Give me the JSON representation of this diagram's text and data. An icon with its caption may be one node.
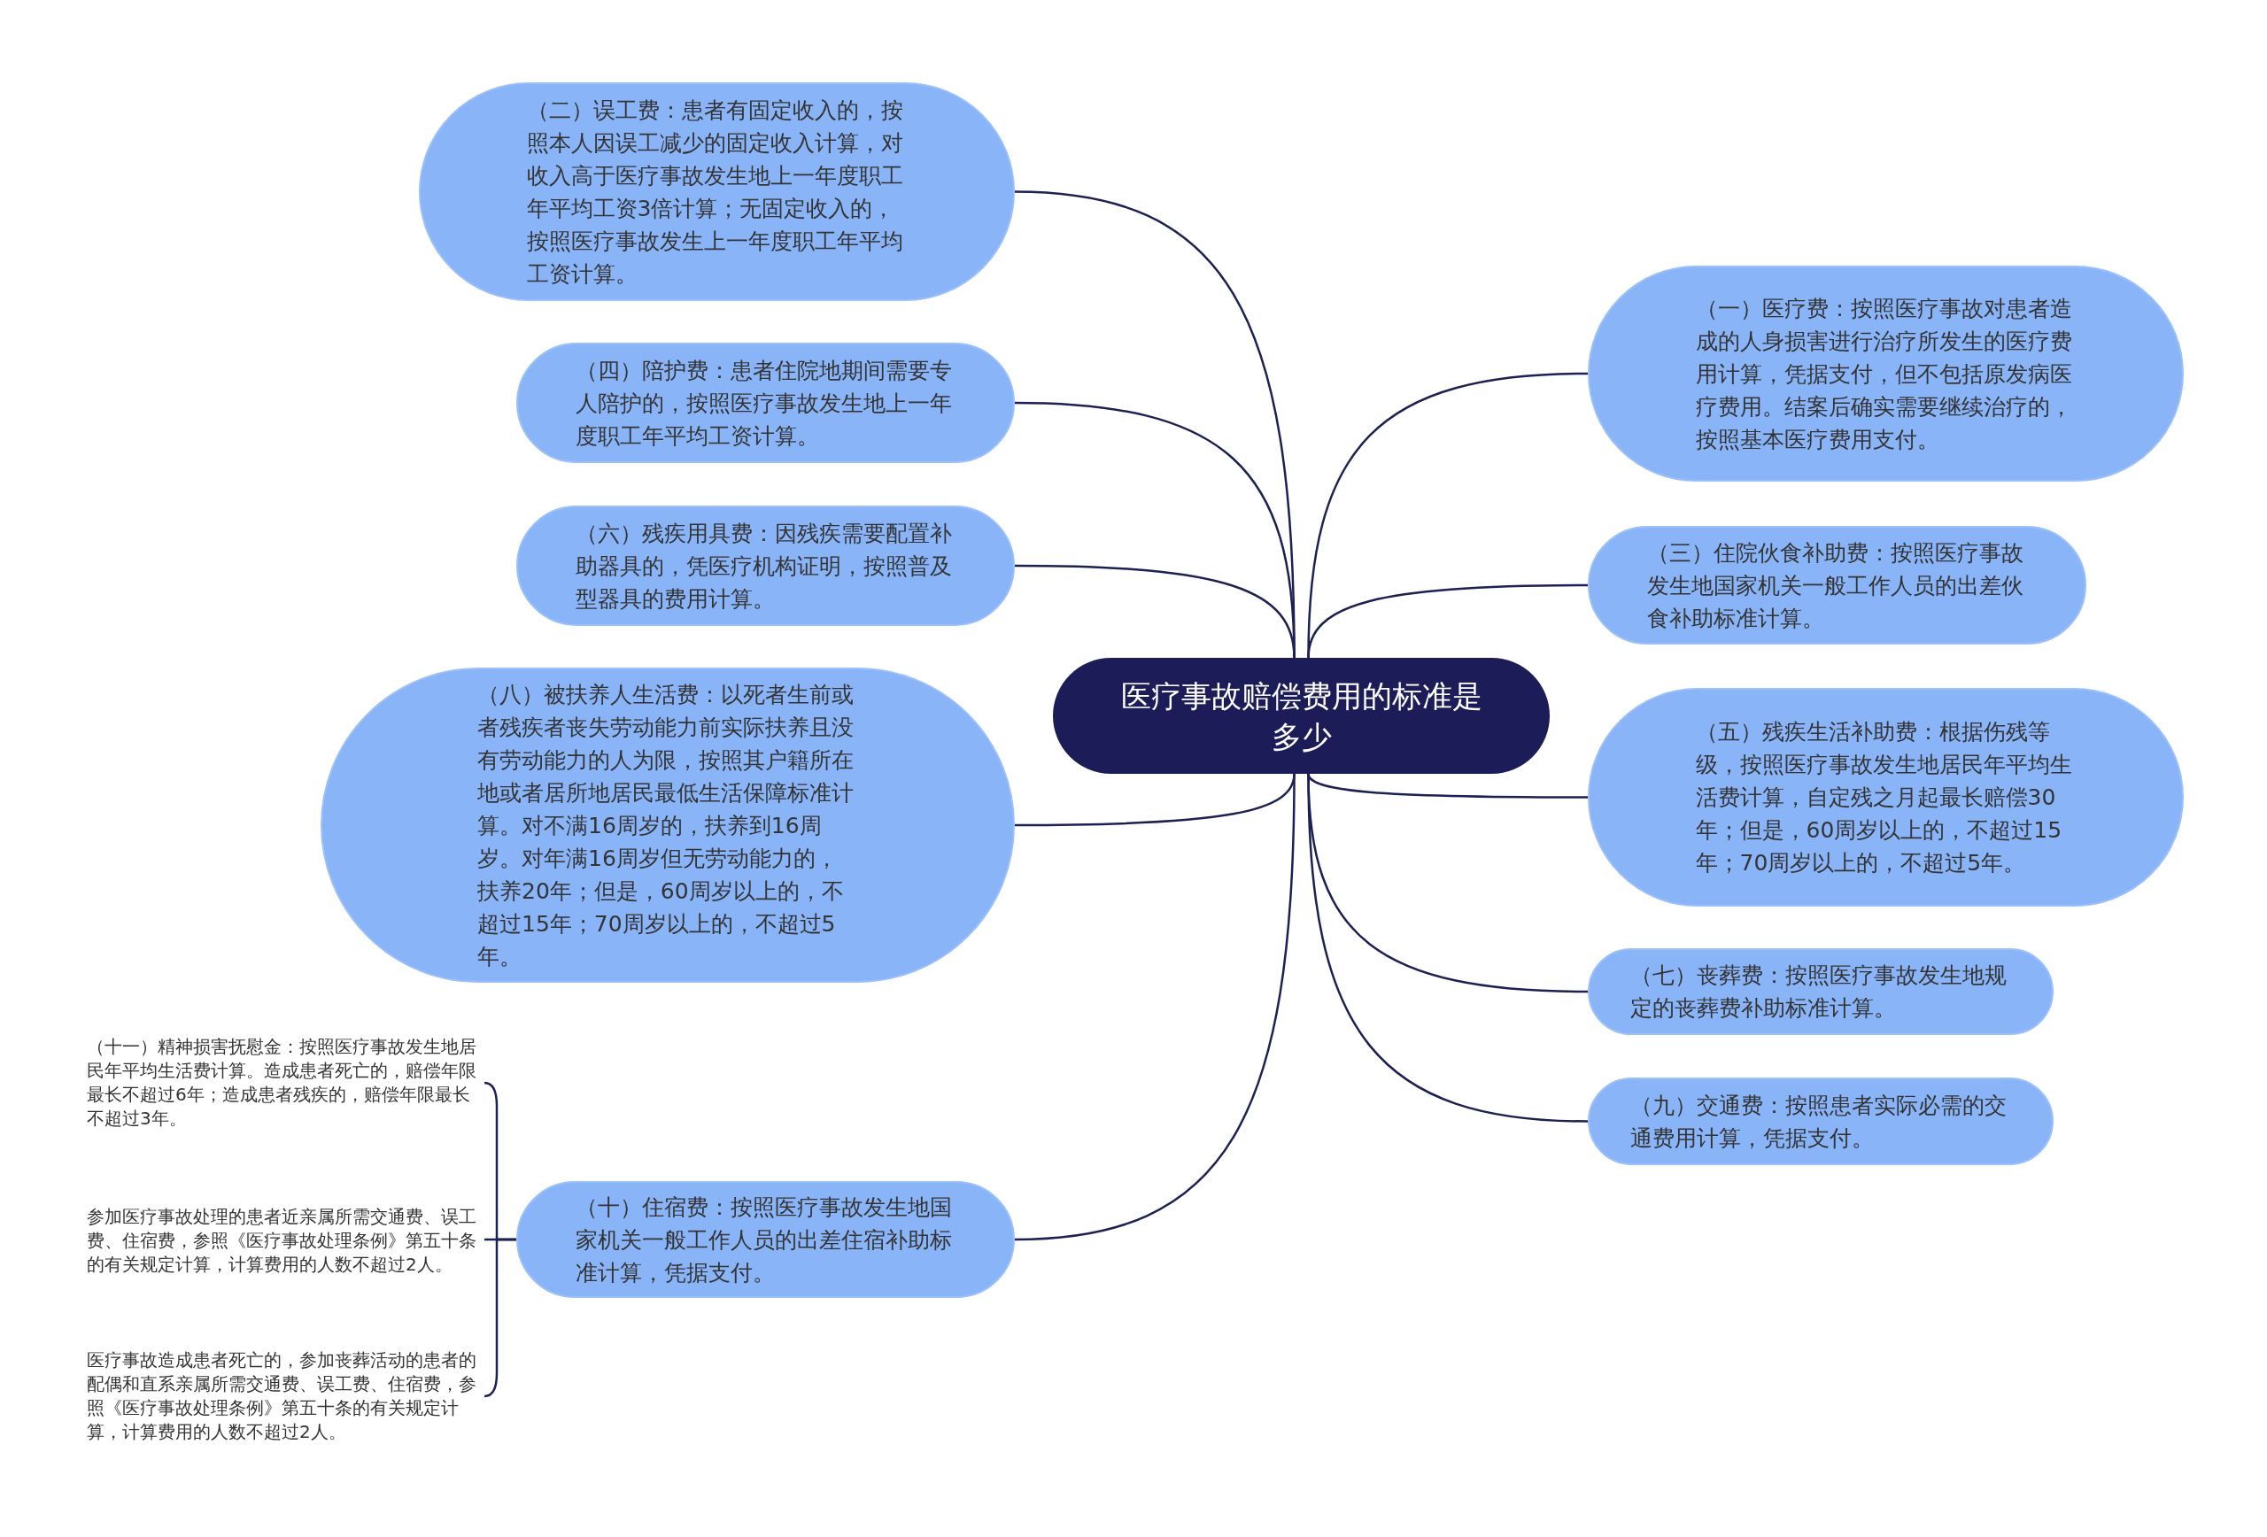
{
  "diagram": {
    "nodes": [
      {
        "text": [
          "医疗事故赔偿费用的标准是多少"
        ]
      },
      {
        "text": [
          "（二）误工费：患者有固定收入的，按照本人因误工减少的固定收入计算，对收入高于医疗事故发生地上一年度职工年平均工资3倍计算；无固定收入的，按照医疗事故发生上一年度职工年平均工资计算。"
        ]
      },
      {
        "text": [
          "（四）陪护费：患者住院地期间需要专人陪护的，按照医疗事故发生地上一年度职工年平均工资计算。"
        ]
      },
      {
        "text": [
          "（六）残疾用具费：因残疾需要配置补助器具的，凭医疗机构证明，按照普及型器具的费用计算。"
        ]
      },
      {
        "text": [
          "（八）被扶养人生活费：以死者生前或者残疾者丧失劳动能力前实际扶养且没有劳动能力的人为限，按照其户籍所在地或者居所地居民最低生活保障标准计算。对不满16周岁的，扶养到16周岁。对年满16周岁但无劳动能力的，扶养20年；但是，60周岁以上的，不超过15年；70周岁以上的，不超过5年。"
        ]
      },
      {
        "text": [
          "（十）住宿费：按照医疗事故发生地国家机关一般工作人员的出差住宿补助标准计算，凭据支付。"
        ]
      },
      {
        "text": [
          "（一）医疗费：按照医疗事故对患者造成的人身损害进行治疗所发生的医疗费用计算，凭据支付，但不包括原发病医疗费用。结案后确实需要继续治疗的，按照基本医疗费用支付。"
        ]
      },
      {
        "text": [
          "（三）住院伙食补助费：按照医疗事故发生地国家机关一般工作人员的出差伙食补助标准计算。"
        ]
      },
      {
        "text": [
          "（五）残疾生活补助费：根据伤残等级，按照医疗事故发生地居民年平均生活费计算，自定残之月起最长赔偿30年；但是，60周岁以上的，不超过15年；70周岁以上的，不超过5年。"
        ]
      },
      {
        "text": [
          "（七）丧葬费：按照医疗事故发生地规定的丧葬费补助标准计算。"
        ]
      },
      {
        "text": [
          "（九）交通费：按照患者实际必需的交通费用计算，凭据支付。"
        ]
      },
      {
        "text": [
          "（十一）精神损害抚慰金：按照医疗事故发生地居民年平均生活费计算。造成患者死亡的，赔偿年限最长不超过6年；造成患者残疾的，赔偿年限最长不超过3年。"
        ]
      },
      {
        "text": [
          "参加医疗事故处理的患者近亲属所需交通费、误工费、住宿费，参照《医疗事故处理条例》第五十条的有关规定计算，计算费用的人数不超过2人。"
        ]
      },
      {
        "text": [
          "医疗事故造成患者死亡的，参加丧葬活动的患者的配偶和直系亲属所需交通费、误工费、住宿费，参照《医疗事故处理条例》第五十条的有关规定计算，计算费用的人数不超过2人。"
        ]
      }
    ],
    "edges": [
      {
        "from": 0,
        "to": 1,
        "arrow": "none"
      },
      {
        "from": 0,
        "to": 2,
        "arrow": "none"
      },
      {
        "from": 0,
        "to": 3,
        "arrow": "none"
      },
      {
        "from": 0,
        "to": 4,
        "arrow": "none"
      },
      {
        "from": 0,
        "to": 5,
        "arrow": "none"
      },
      {
        "from": 0,
        "to": 6,
        "arrow": "none"
      },
      {
        "from": 0,
        "to": 7,
        "arrow": "none"
      },
      {
        "from": 0,
        "to": 8,
        "arrow": "none"
      },
      {
        "from": 0,
        "to": 9,
        "arrow": "none"
      },
      {
        "from": 0,
        "to": 10,
        "arrow": "none"
      },
      {
        "from": 5,
        "to": 11,
        "arrow": "none"
      },
      {
        "from": 5,
        "to": 12,
        "arrow": "none"
      },
      {
        "from": 5,
        "to": 13,
        "arrow": "none"
      }
    ]
  }
}
